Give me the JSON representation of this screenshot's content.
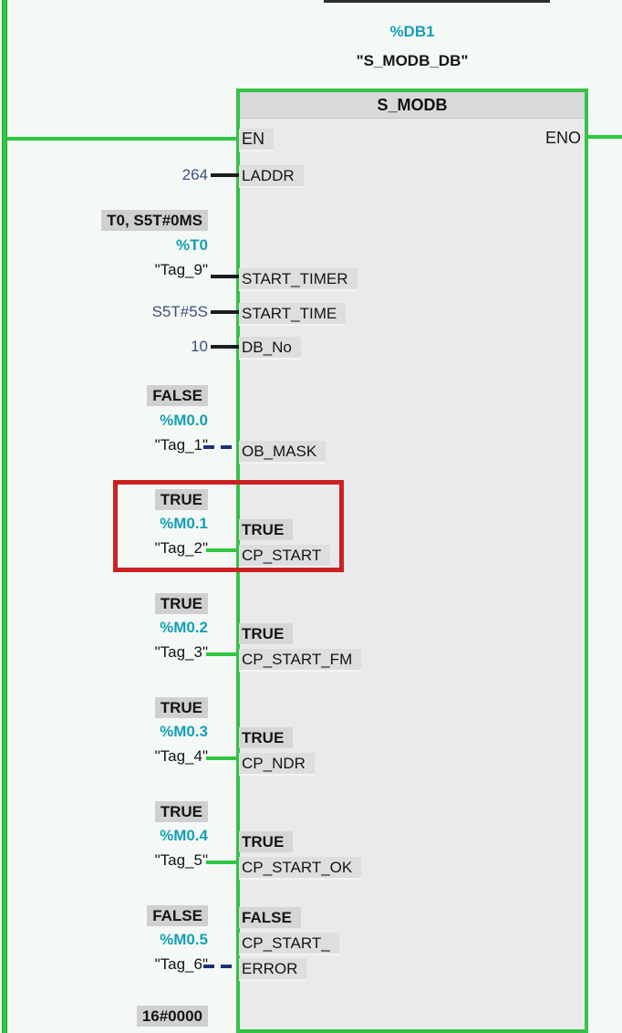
{
  "instance": {
    "db_address": "%DB1",
    "db_name": "\"S_MODB_DB\""
  },
  "block": {
    "title": "S_MODB",
    "en": "EN",
    "eno": "ENO"
  },
  "inputs": [
    {
      "param": "LADDR",
      "value": "264",
      "wire": "solid-black"
    },
    {
      "param": "START_TIMER",
      "monitor": "T0, S5T#0MS",
      "address": "%T0",
      "tag": "\"Tag_9\"",
      "wire": "solid-black"
    },
    {
      "param": "START_TIME",
      "value": "S5T#5S",
      "wire": "solid-black"
    },
    {
      "param": "DB_No",
      "value": "10",
      "wire": "solid-black"
    },
    {
      "param": "OB_MASK",
      "monitor": "FALSE",
      "address": "%M0.0",
      "tag": "\"Tag_1\"",
      "wire": "dashed-blue"
    },
    {
      "param": "CP_START",
      "param_monitor": "TRUE",
      "monitor": "TRUE",
      "address": "%M0.1",
      "tag": "\"Tag_2\"",
      "wire": "solid-green",
      "highlighted": true
    },
    {
      "param": "CP_START_FM",
      "param_monitor": "TRUE",
      "monitor": "TRUE",
      "address": "%M0.2",
      "tag": "\"Tag_3\"",
      "wire": "solid-green"
    },
    {
      "param": "CP_NDR",
      "param_monitor": "TRUE",
      "monitor": "TRUE",
      "address": "%M0.3",
      "tag": "\"Tag_4\"",
      "wire": "solid-green"
    },
    {
      "param": "CP_START_OK",
      "param_monitor": "TRUE",
      "monitor": "TRUE",
      "address": "%M0.4",
      "tag": "\"Tag_5\"",
      "wire": "solid-green"
    },
    {
      "param_line1": "CP_START_",
      "param_line2": "ERROR",
      "param_monitor": "FALSE",
      "monitor": "FALSE",
      "address": "%M0.5",
      "tag": "\"Tag_6\"",
      "wire": "dashed-blue"
    }
  ],
  "next_operand_monitor": {
    "value": "16#0000"
  },
  "colors": {
    "operand_teal": "#169fb6",
    "constant_blue": "#3f4d7d",
    "wire_green": "#2fc843",
    "dashed_wire_blue": "#1d3076",
    "highlight_red": "#cd2121",
    "block_border_green": "#35c247"
  }
}
